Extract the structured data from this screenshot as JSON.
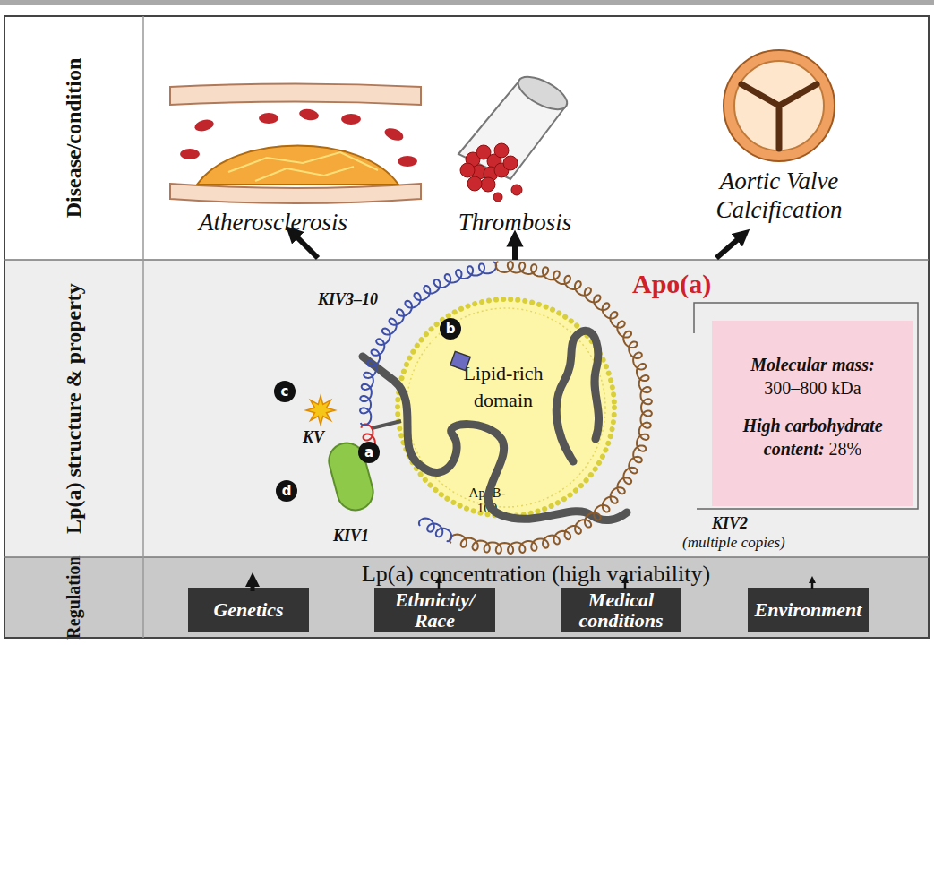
{
  "diagram": {
    "nodes": [
      {
        "text": [
          "Disease/condition"
        ]
      },
      {
        "text": [
          "Lp(a) structure & property"
        ]
      },
      {
        "text": [
          "Lipid-rich domain",
          "ApoB-100"
        ],
        "in": 1
      },
      {
        "text": [
          "Molecular mass:",
          "300–800 kDa",
          "High carbohydrate content:",
          "28%"
        ],
        "in": 1
      },
      {
        "text": [
          "Regulation",
          "Lp(a) concentration (high variability)"
        ]
      },
      {
        "text": [
          "Genetics"
        ],
        "in": 4
      },
      {
        "text": [
          "Ethnicity/ Race"
        ],
        "in": 4
      },
      {
        "text": [
          "Medical conditions"
        ],
        "in": 4
      },
      {
        "text": [
          "Environment"
        ],
        "in": 4
      }
    ],
    "labels": [
      "Atherosclerosis",
      "Thrombosis",
      "Aortic Valve Calcification",
      "KIV3–10",
      "c",
      "b",
      "a",
      "KV",
      "d",
      "Apo(a)",
      "KIV2",
      "(multiple copies)",
      "KIV1"
    ]
  }
}
